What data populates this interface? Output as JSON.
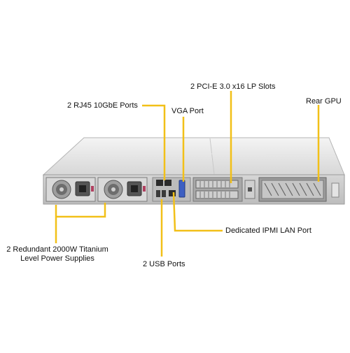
{
  "callouts": {
    "rear_gpu": "Rear GPU",
    "pcie_slots": "2 PCI-E 3.0 x16 LP Slots",
    "rj45_ports": "2 RJ45 10GbE Ports",
    "vga_port": "VGA Port",
    "ipmi_port": "Dedicated IPMI  LAN Port",
    "usb_ports": "2 USB Ports",
    "power_supplies_line1": "2 Redundant  2000W Titanium",
    "power_supplies_line2": "Level Power Supplies"
  },
  "colors": {
    "leader_line": "#f2c018",
    "chassis_top": "#dcdcdc",
    "chassis_rear": "#c9c9c9"
  }
}
